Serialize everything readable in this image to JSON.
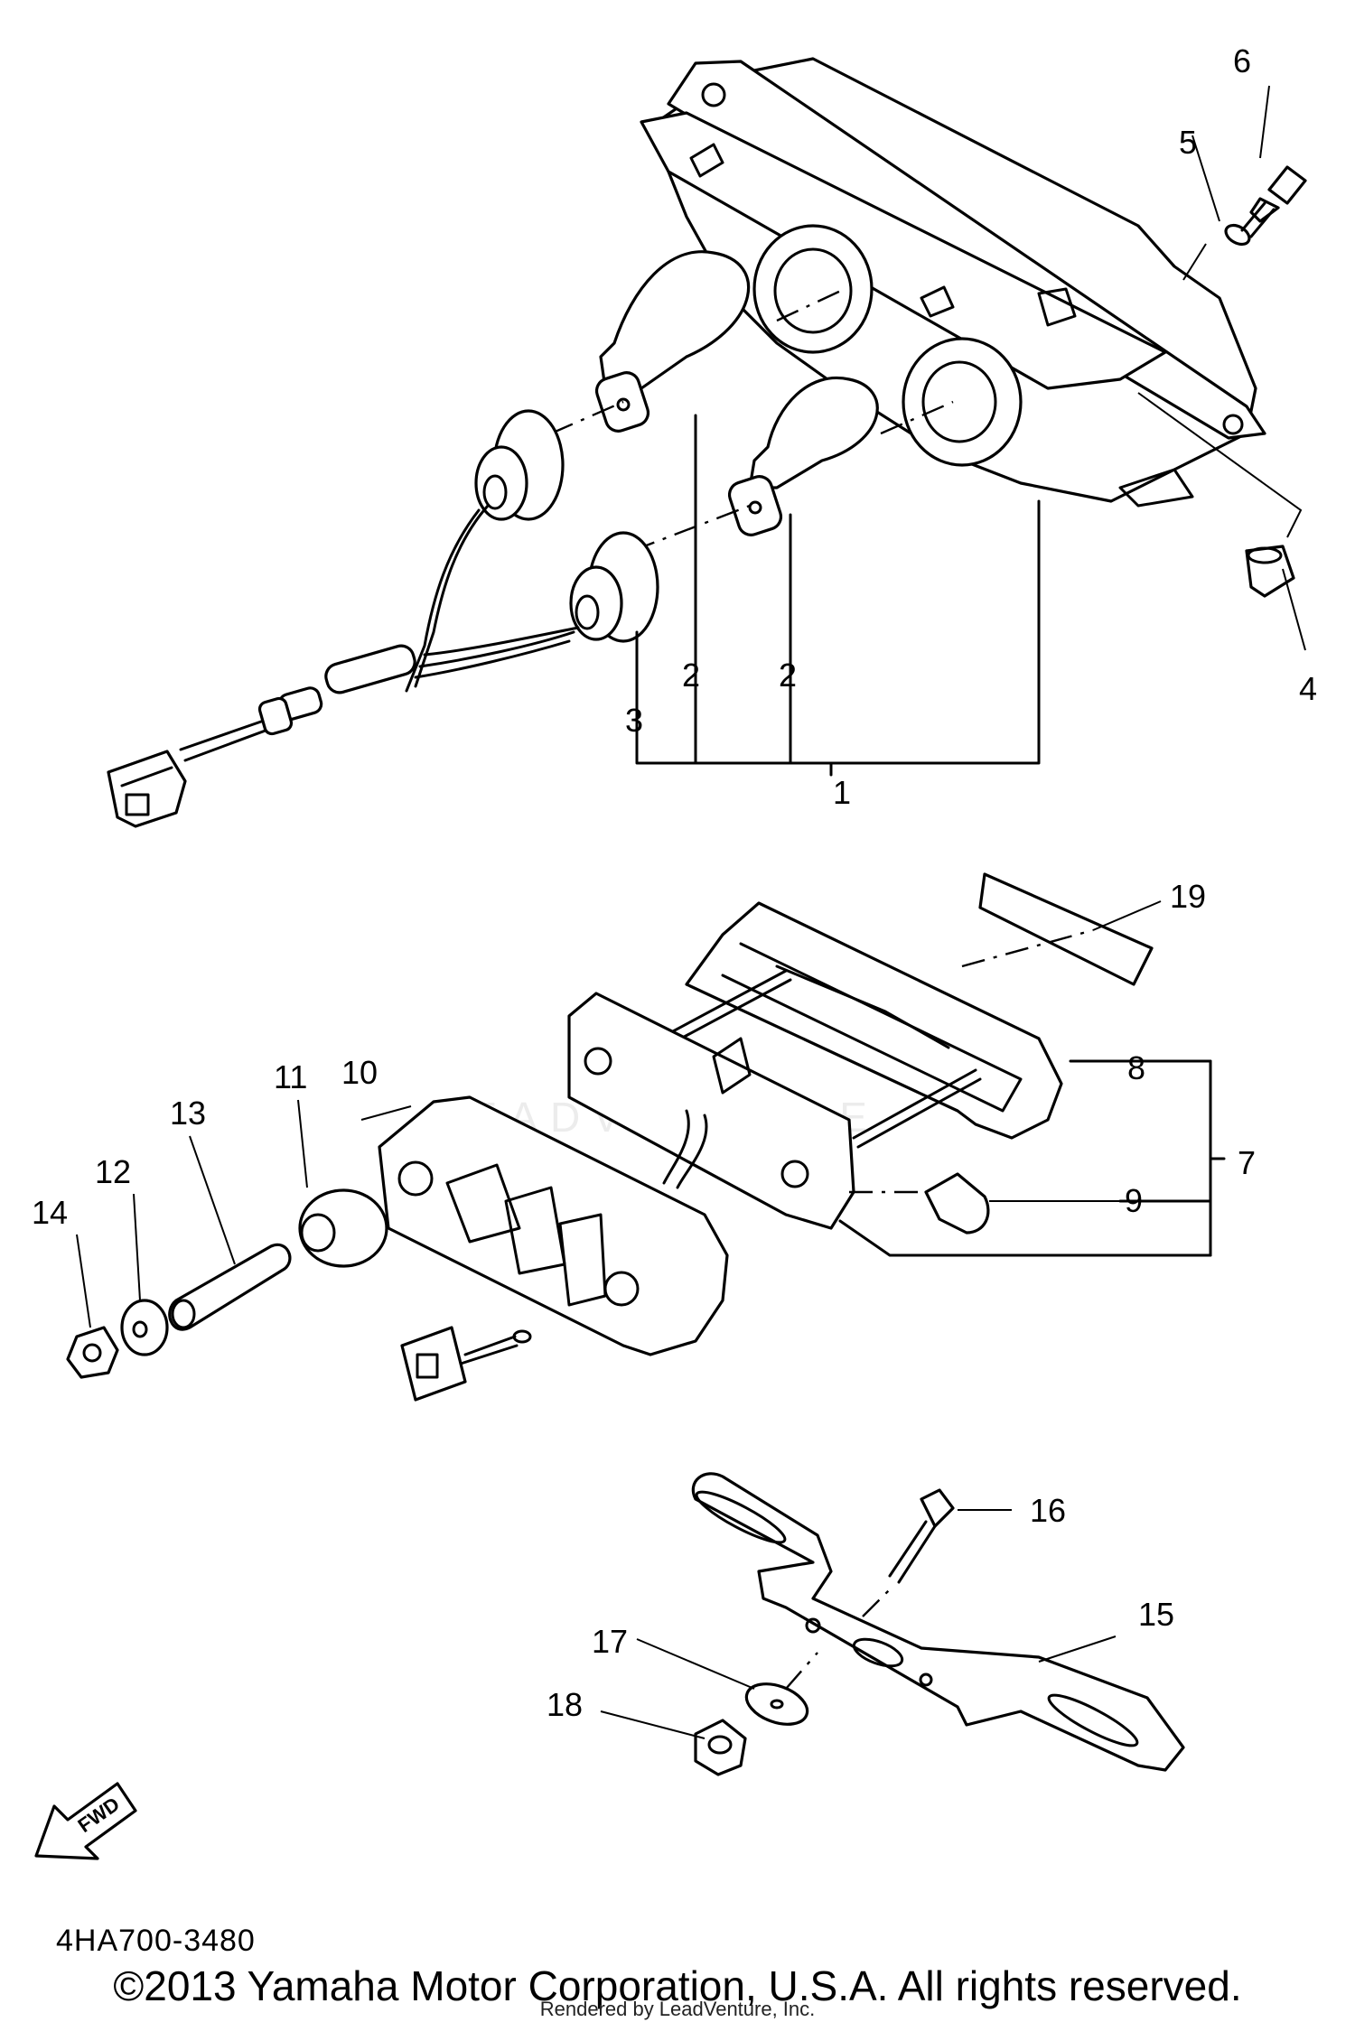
{
  "diagram": {
    "diagram_code": "4HA700-3480",
    "copyright": "©2013 Yamaha Motor Corporation, U.S.A. All rights reserved.",
    "rendered_by": "Rendered by LeadVenture, Inc.",
    "watermark": "LEADVENTURE",
    "fwd_label": "FWD",
    "callouts": {
      "c1": "1",
      "c2a": "2",
      "c2b": "2",
      "c3": "3",
      "c4": "4",
      "c5": "5",
      "c6": "6",
      "c7": "7",
      "c8": "8",
      "c9": "9",
      "c10": "10",
      "c11": "11",
      "c12": "12",
      "c13": "13",
      "c14": "14",
      "c15": "15",
      "c16": "16",
      "c17": "17",
      "c18": "18",
      "c19": "19"
    }
  }
}
